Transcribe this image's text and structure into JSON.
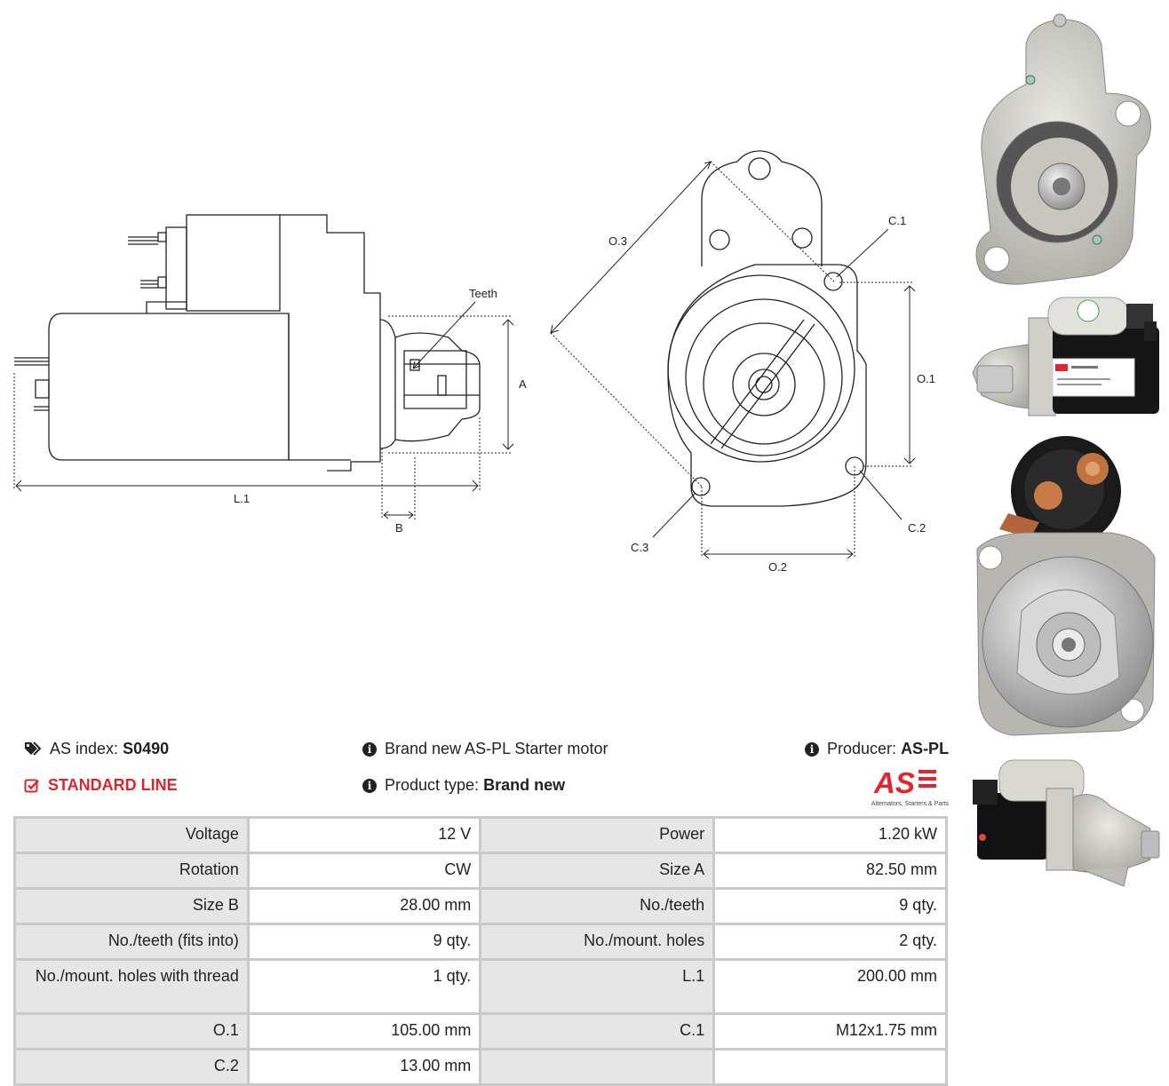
{
  "diagram": {
    "side_labels": {
      "teeth": "Teeth",
      "a": "A",
      "l1": "L.1",
      "b": "B"
    },
    "front_labels": {
      "o3": "O.3",
      "c1": "C.1",
      "o1": "O.1",
      "c2": "C.2",
      "c3": "C.3",
      "o2": "O.2"
    }
  },
  "info": {
    "as_index_label": "AS index:",
    "as_index_value": "S0490",
    "standard_line": "STANDARD LINE",
    "description": "Brand new AS-PL Starter motor",
    "product_type_label": "Product type:",
    "product_type_value": "Brand new",
    "producer_label": "Producer:",
    "producer_value": "AS-PL"
  },
  "logo": {
    "mark": "AS",
    "tagline": "Alternators, Starters & Parts",
    "color": "#e3262e"
  },
  "specs": [
    {
      "l1": "Voltage",
      "v1": "12 V",
      "l2": "Power",
      "v2": "1.20 kW"
    },
    {
      "l1": "Rotation",
      "v1": "CW",
      "l2": "Size A",
      "v2": "82.50 mm"
    },
    {
      "l1": "Size B",
      "v1": "28.00 mm",
      "l2": "No./teeth",
      "v2": "9 qty."
    },
    {
      "l1": "No./teeth (fits into)",
      "v1": "9 qty.",
      "l2": "No./mount. holes",
      "v2": "2 qty."
    },
    {
      "l1": "No./mount. holes with thread",
      "v1": "1 qty.",
      "l2": "L.1",
      "v2": "200.00 mm"
    },
    {
      "l1": "O.1",
      "v1": "105.00 mm",
      "l2": "C.1",
      "v2": "M12x1.75 mm"
    },
    {
      "l1": "C.2",
      "v1": "13.00 mm",
      "l2": "",
      "v2": ""
    }
  ],
  "colors": {
    "accent": "#d8272e",
    "table_border": "#c9c9c9",
    "label_bg": "#e6e6e6"
  }
}
